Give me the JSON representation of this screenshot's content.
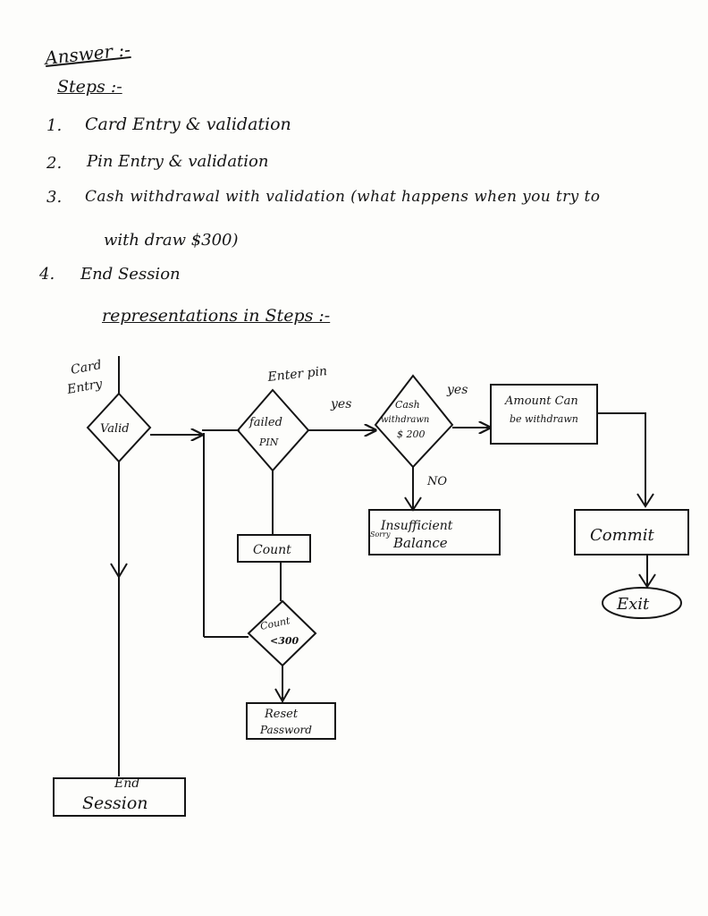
{
  "header": {
    "answer": "Answer :-",
    "steps_title": "Steps :-"
  },
  "steps": [
    {
      "num": "1.",
      "text": "Card Entry & validation"
    },
    {
      "num": "2.",
      "text": "Pin Entry & validation"
    },
    {
      "num": "3.",
      "text": "Cash withdrawal with validation (what happens when you try to"
    },
    {
      "num": "",
      "text": "with draw $300)"
    },
    {
      "num": "4.",
      "text": "End Session"
    }
  ],
  "representation_title": "representations in Steps :-",
  "diagram": {
    "card_entry": [
      "Card",
      "Entry"
    ],
    "valid": "Valid",
    "enter_pin": "Enter pin",
    "failed_pin": [
      "failed",
      "PIN"
    ],
    "yes_1": "yes",
    "cash_withdrawn": [
      "Cash",
      "withdrawn",
      "$ 200"
    ],
    "yes_2": "yes",
    "amount_box": [
      "Amount Can",
      "be withdrawn"
    ],
    "no": "NO",
    "insufficient_sorry": "Sorry",
    "insufficient_box": [
      "Insufficient",
      "Balance"
    ],
    "commit": "Commit",
    "exit": "Exit",
    "count_box": "Count",
    "count_300": [
      "Count",
      "<300"
    ],
    "reset_password": [
      "Reset",
      "Password"
    ],
    "end_session": [
      "End",
      "Session"
    ]
  }
}
